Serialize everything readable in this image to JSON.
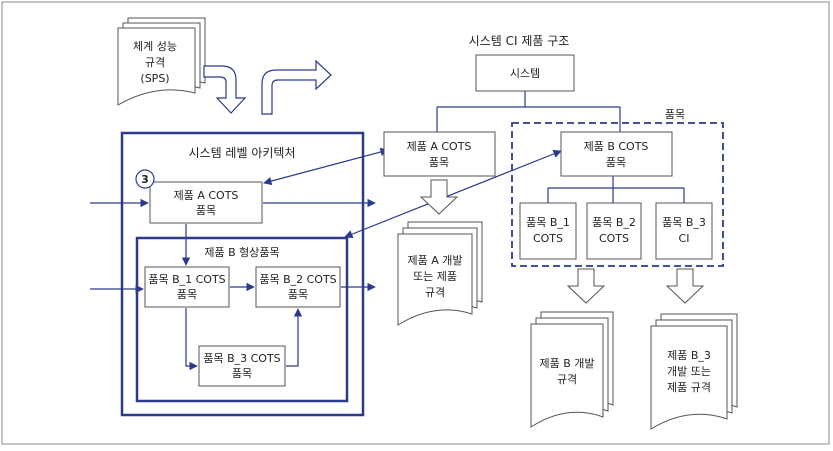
{
  "colors": {
    "line": "#2b3a8c",
    "box_stroke": "#555555",
    "text": "#222222",
    "frame": "#888888"
  },
  "sps_doc": {
    "lines": [
      "체계 성능",
      "규격",
      "(SPS)"
    ]
  },
  "arch": {
    "title": "시스템 레벨 아키텍처",
    "marker": "3",
    "product_a": [
      "제품 A COTS",
      "품목"
    ],
    "product_b_title": "제품 B 형상품목",
    "b1": [
      "품목 B_1 COTS",
      "품목"
    ],
    "b2": [
      "품목 B_2 COTS",
      "품목"
    ],
    "b3": [
      "품목 B_3 COTS",
      "품목"
    ]
  },
  "ci_tree": {
    "title": "시스템 CI 제품 구조",
    "root": "시스템",
    "group_label": "품목",
    "product_a": [
      "제품 A COTS",
      "품목"
    ],
    "product_b": [
      "제품 B COTS",
      "품목"
    ],
    "b1": [
      "품목 B_1",
      "COTS"
    ],
    "b2": [
      "품목 B_2",
      "COTS"
    ],
    "b3": [
      "품목 B_3",
      "CI"
    ]
  },
  "docs": {
    "product_a_spec": [
      "제품 A 개발",
      "또는 제품",
      "규격"
    ],
    "product_b_spec": [
      "제품 B 개발",
      "규격"
    ],
    "b3_spec": [
      "제품 B_3",
      "개발 또는",
      "제품 규격"
    ]
  }
}
